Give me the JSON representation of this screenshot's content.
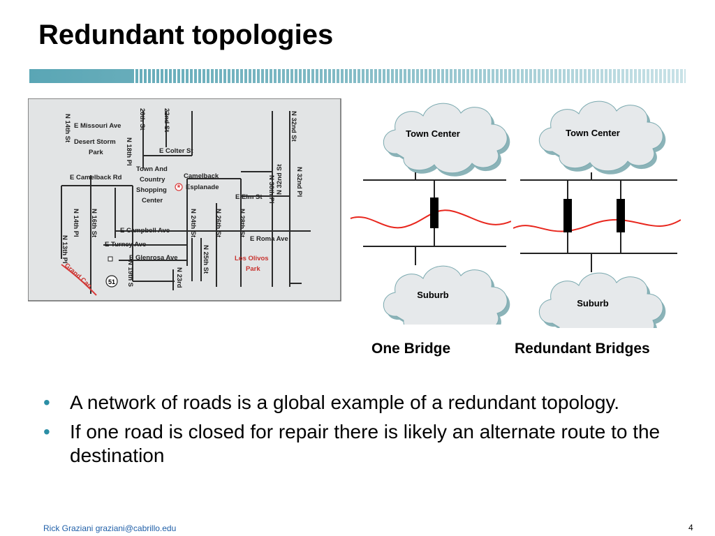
{
  "slide": {
    "title": "Redundant topologies",
    "page_number": "4"
  },
  "footer": {
    "author": "Rick Graziani",
    "email": "graziani@cabrillo.edu"
  },
  "map": {
    "streets_horizontal": [
      "E Missouri Ave",
      "E Colter St",
      "E Camelback Rd",
      "E Elm St",
      "E Campbell Ave",
      "E Roma Ave",
      "E Turney Ave",
      "E Glenrosa Ave"
    ],
    "streets_vertical": [
      "N 14th St",
      "20th St",
      "22nd St",
      "N 18th Pl",
      "N 32nd St",
      "N 32nd St",
      "N 32nd Pl",
      "N 30th Pl",
      "N 14th Pl",
      "N 16th St",
      "N 24th St",
      "N 26th St",
      "N 28th St",
      "N 13th Pl",
      "N 25th St",
      "N 19th S",
      "N 23rd"
    ],
    "places": {
      "desert_storm_park": [
        "Desert Storm",
        "Park"
      ],
      "town_and_country": [
        "Town And",
        "Country",
        "Shopping",
        "Center"
      ],
      "camelback_esplanade": [
        "Camelback",
        "Esplanade"
      ],
      "los_olivos_park": [
        "Los Olivos",
        "Park"
      ],
      "grand_canal": "Grand Can",
      "route_shield": "51",
      "star_marker": "*"
    }
  },
  "diagrams": {
    "one_bridge": {
      "caption": "One Bridge",
      "top_cloud": "Town Center",
      "bottom_cloud": "Suburb"
    },
    "redundant_bridges": {
      "caption": "Redundant Bridges",
      "top_cloud": "Town Center",
      "bottom_cloud": "Suburb"
    },
    "colors": {
      "river": "#e8261d",
      "bridge": "#000000",
      "cloud_fill": "#e6e9eb",
      "cloud_shadow": "#8bb3b8"
    }
  },
  "bullets": [
    "A network of roads is a global example of a redundant topology.",
    "If one road is closed for repair there is likely an alternate route to the destination"
  ],
  "colors": {
    "accent": "#2b8ea5",
    "footer_text": "#1f5fa8"
  }
}
